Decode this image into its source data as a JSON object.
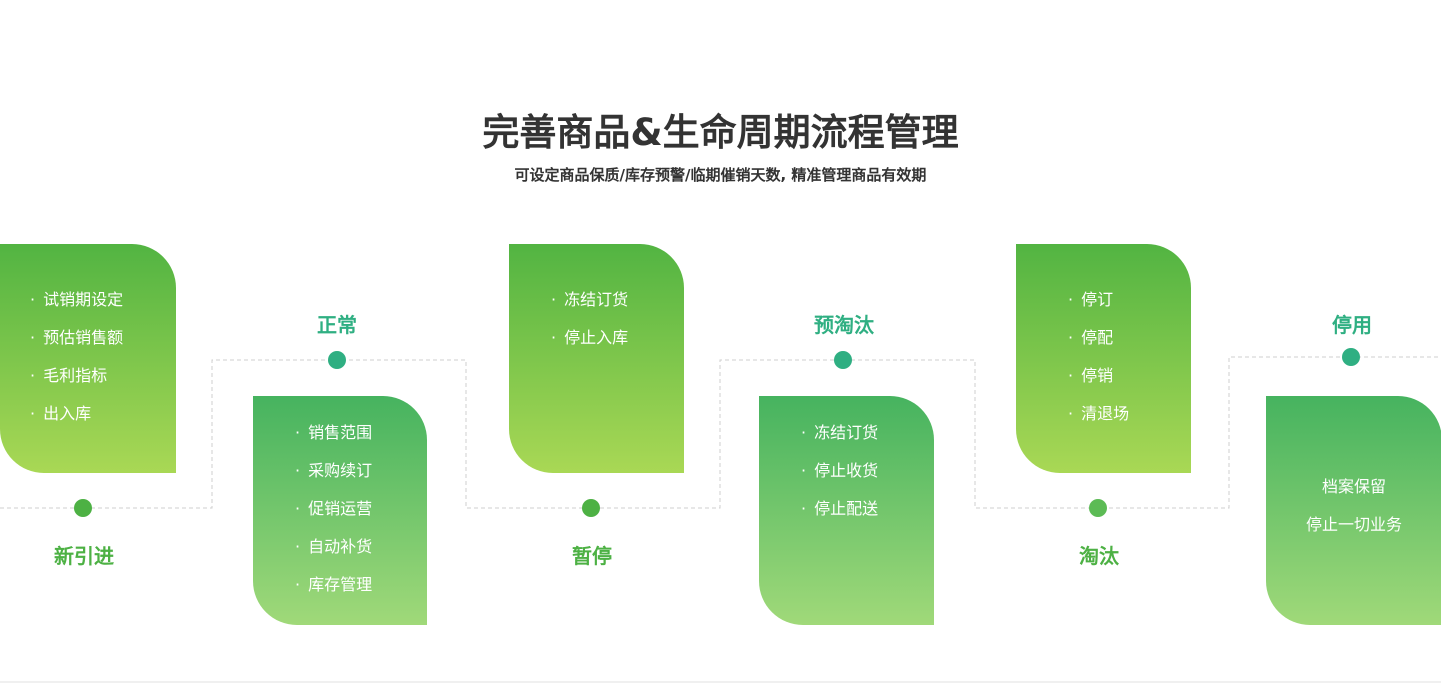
{
  "title": "完善商品&生命周期流程管理",
  "subtitle": "可设定商品保质/库存预警/临期催销天数, 精准管理商品有效期",
  "stages": [
    {
      "label": "新引进",
      "items": [
        "试销期设定",
        "预估销售额",
        "毛利指标",
        "出入库"
      ]
    },
    {
      "label": "正常",
      "items": [
        "销售范围",
        "采购续订",
        "促销运营",
        "自动补货",
        "库存管理"
      ]
    },
    {
      "label": "暂停",
      "items": [
        "冻结订货",
        "停止入库"
      ]
    },
    {
      "label": "预淘汰",
      "items": [
        "冻结订货",
        "停止收货",
        "停止配送"
      ]
    },
    {
      "label": "淘汰",
      "items": [
        "停订",
        "停配",
        "停销",
        "清退场"
      ]
    },
    {
      "label": "停用",
      "items": [
        "档案保留",
        "停止一切业务"
      ]
    }
  ],
  "colors": {
    "green": "#4db144",
    "teal": "#2faf82"
  }
}
